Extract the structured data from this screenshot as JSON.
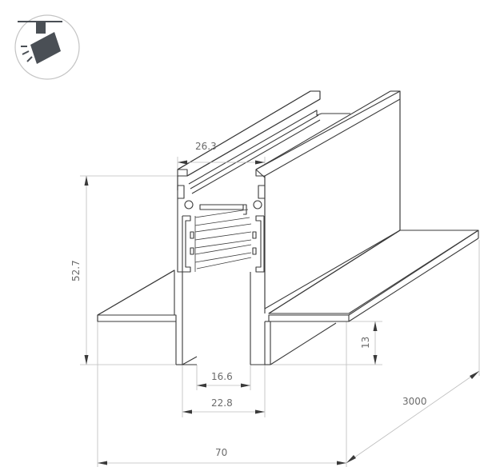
{
  "drawing": {
    "title": "Track profile dimensional drawing",
    "stroke_color": "#3a3a3a",
    "dimension_color": "#bdbdbd",
    "label_color": "#6b6b6b"
  },
  "icon": {
    "name": "track-spotlight-icon",
    "circle_color": "#bdbdbd",
    "fill_color": "#4a4f55"
  },
  "dimensions": {
    "top_width": "26.3",
    "height": "52.7",
    "flange_height": "13",
    "inner_slot": "16.6",
    "outer_slot": "22.8",
    "total_width": "70",
    "length": "3000"
  }
}
